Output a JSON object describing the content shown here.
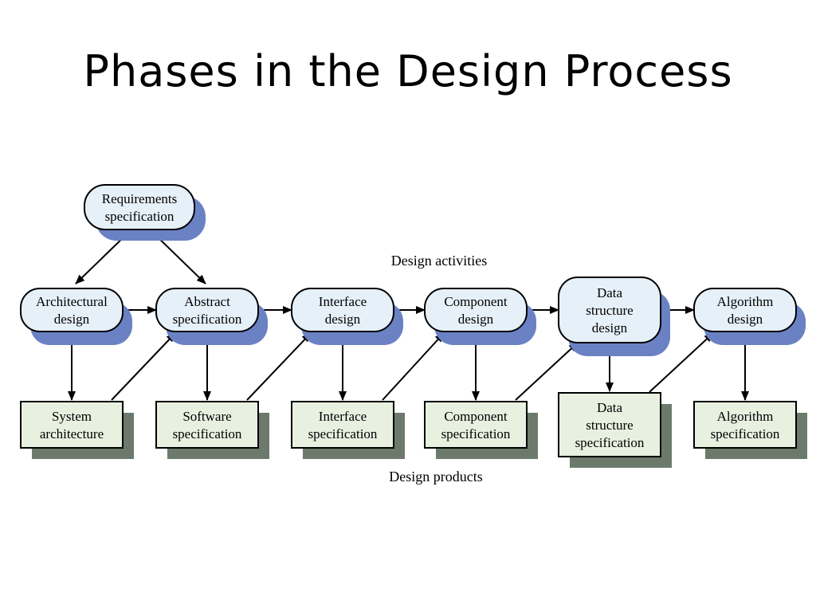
{
  "title": "Phases in the Design Process",
  "labels": {
    "activities": "Design activities",
    "products": "Design products"
  },
  "requirements": [
    "Requirements",
    "specification"
  ],
  "activities": [
    {
      "lines": [
        "Architectural",
        "design"
      ]
    },
    {
      "lines": [
        "Abstract",
        "specification"
      ]
    },
    {
      "lines": [
        "Interface",
        "design"
      ]
    },
    {
      "lines": [
        "Component",
        "design"
      ]
    },
    {
      "lines": [
        "Data",
        "structure",
        "design"
      ]
    },
    {
      "lines": [
        "Algorithm",
        "design"
      ]
    }
  ],
  "products": [
    {
      "lines": [
        "System",
        "architecture"
      ]
    },
    {
      "lines": [
        "Software",
        "specification"
      ]
    },
    {
      "lines": [
        "Interface",
        "specification"
      ]
    },
    {
      "lines": [
        "Component",
        "specification"
      ]
    },
    {
      "lines": [
        "Data",
        "structure",
        "specification"
      ]
    },
    {
      "lines": [
        "Algorithm",
        "specification"
      ]
    }
  ],
  "colors": {
    "activity_fill": "#e6f0f8",
    "activity_shadow": "#6a82c4",
    "product_fill": "#e8f0e0",
    "product_shadow": "#6c7a6c"
  }
}
